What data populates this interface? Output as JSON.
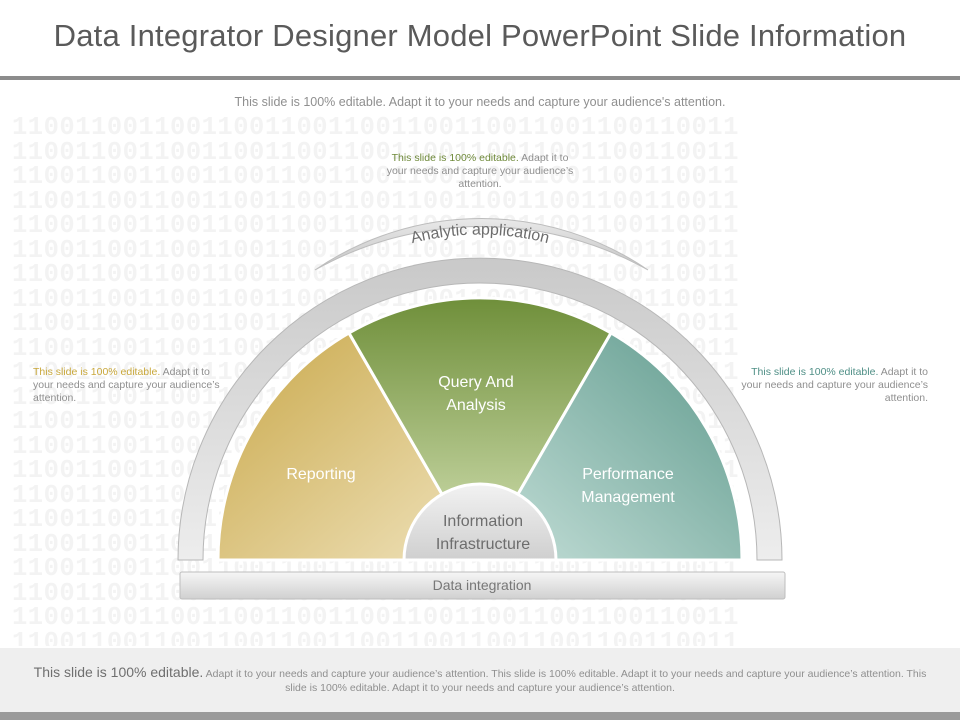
{
  "slide": {
    "title": "Data Integrator Designer Model PowerPoint Slide Information",
    "subtitle": "This slide is 100% editable. Adapt it to your needs and capture your audience's attention."
  },
  "background_binary": [
    "1100110011001100110011001100110011001100110011",
    "1100110011001100110011001100110011001100110011",
    "1100110011001100110011001100110011001100110011",
    "1100110011001100110011001100110011001100110011",
    "1100110011001100110011001100110011001100110011",
    "1100110011001100110011001100110011001100110011",
    "1100110011001100110011001100110011001100110011",
    "1100110011001100110011001100110011001100110011",
    "1100110011001100110011001100110011001100110011",
    "1100110011001100110011001100110011001100110011",
    "1100110011001100110011001100110011001100110011",
    "1100110011001100110011001100110011001100110011",
    "1100110011001100110011001100110011001100110011",
    "1100110011001100110011001100110011001100110011",
    "1100110011001100110011001100110011001100110011",
    "1100110011001100110011001100110011001100110011",
    "1100110011001100110011001100110011001100110011",
    "1100110011001100110011001100110011001100110011",
    "1100110011001100110011001100110011001100110011",
    "1100110011001100110011001100110011001100110011",
    "1100110011001100110011001100110011001100110011",
    "1100110011001100110011001100110011001100110011"
  ],
  "callouts": {
    "top": {
      "lead": "This slide is 100% editable.",
      "rest": " Adapt it to your needs and capture your audience’s attention."
    },
    "left": {
      "lead": "This slide is 100% editable.",
      "rest": " Adapt it to your needs and capture your audience’s attention."
    },
    "right": {
      "lead": "This slide is 100% editable.",
      "rest": " Adapt it to your needs and capture your audience’s attention."
    }
  },
  "diagram": {
    "arc_label": "Analytic application",
    "base_label": "Data integration",
    "segments": {
      "left": {
        "line1": "Reporting",
        "color": "#d4b75e"
      },
      "middle": {
        "line1": "Query And",
        "line2": "Analysis",
        "color": "#7a9a45"
      },
      "right": {
        "line1": "Performance",
        "line2": "Management",
        "color": "#6aa79b"
      }
    },
    "core": {
      "line1": "Information",
      "line2": "Infrastructure"
    }
  },
  "footer": {
    "lead": "This slide is 100% editable.",
    "rest": " Adapt it to your needs and capture your audience’s attention. This slide is 100% editable. Adapt it to your needs and capture your audience’s attention. This slide is 100% editable. Adapt it to your needs and capture your audience’s attention."
  }
}
